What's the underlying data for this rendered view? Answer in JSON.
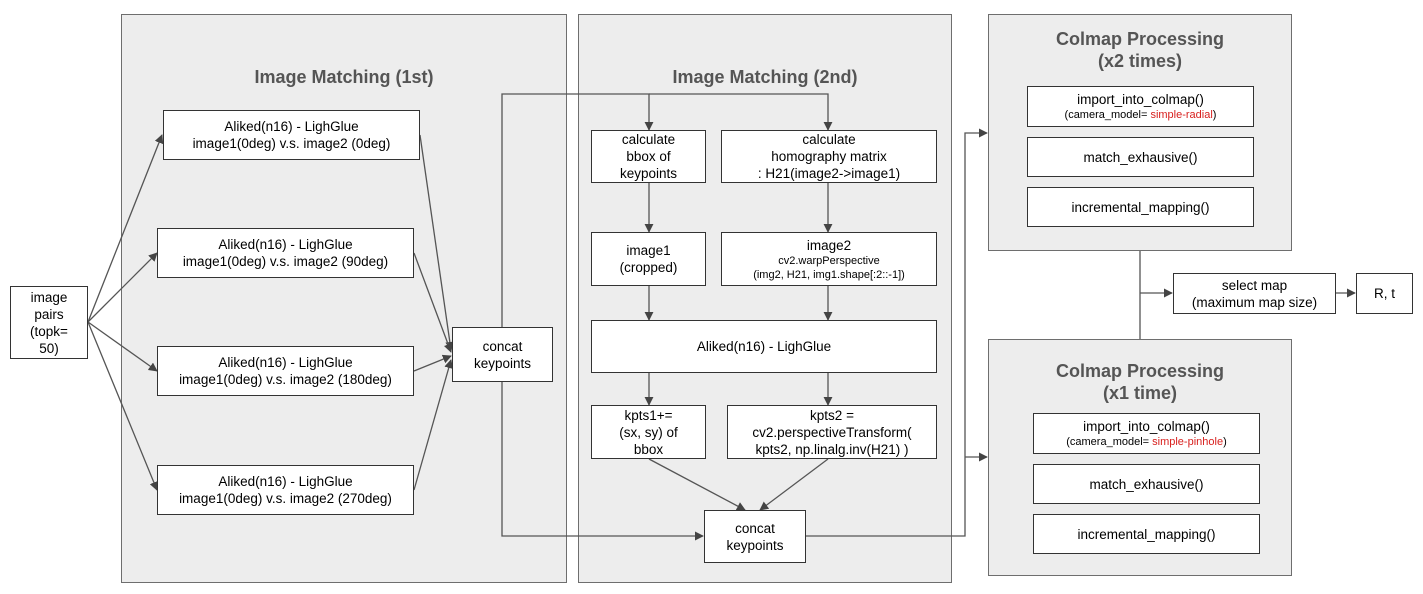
{
  "input": {
    "label": "image\npairs\n(topk=\n50)"
  },
  "panel_match1": {
    "title": "Image Matching (1st)",
    "boxes": [
      {
        "line1": "Aliked(n16) - LighGlue",
        "line2": "image1(0deg) v.s. image2 (0deg)"
      },
      {
        "line1": "Aliked(n16) - LighGlue",
        "line2": "image1(0deg) v.s. image2 (90deg)"
      },
      {
        "line1": "Aliked(n16) - LighGlue",
        "line2": "image1(0deg) v.s. image2 (180deg)"
      },
      {
        "line1": "Aliked(n16) - LighGlue",
        "line2": "image1(0deg) v.s. image2 (270deg)"
      }
    ]
  },
  "concat1": {
    "label": "concat\nkeypoints"
  },
  "panel_match2": {
    "title": "Image Matching (2nd)",
    "bbox": "calculate\nbbox of\nkeypoints",
    "homography": "calculate\nhomography matrix\n: H21(image2->image1)",
    "image1": "image1\n(cropped)",
    "image2_title": "image2",
    "image2_sub": "cv2.warpPerspective\n(img2, H21, img1.shape[:2::-1])",
    "aliked": "Aliked(n16) - LighGlue",
    "kpts1": "kpts1+=\n(sx, sy) of\nbbox",
    "kpts2": "kpts2 =\ncv2.perspectiveTransform(\nkpts2, np.linalg.inv(H21) )"
  },
  "concat2": {
    "label": "concat\nkeypoints"
  },
  "colmap_top": {
    "title": "Colmap Processing\n(x2 times)",
    "import_label": "import_into_colmap()",
    "import_sub_prefix": "(camera_model= ",
    "import_sub_value": "simple-radial",
    "import_sub_suffix": ")",
    "match": "match_exhausive()",
    "mapping": "incremental_mapping()"
  },
  "colmap_bottom": {
    "title": "Colmap Processing\n(x1 time)",
    "import_label": "import_into_colmap()",
    "import_sub_prefix": "(camera_model= ",
    "import_sub_value": "simple-pinhole",
    "import_sub_suffix": ")",
    "match": "match_exhausive()",
    "mapping": "incremental_mapping()"
  },
  "select_map": {
    "label": "select map\n(maximum map size)"
  },
  "output": {
    "label": "R, t"
  },
  "colors": {
    "highlight": "#d8201e",
    "panel_bg": "#ededed",
    "title_gray": "#555555"
  }
}
